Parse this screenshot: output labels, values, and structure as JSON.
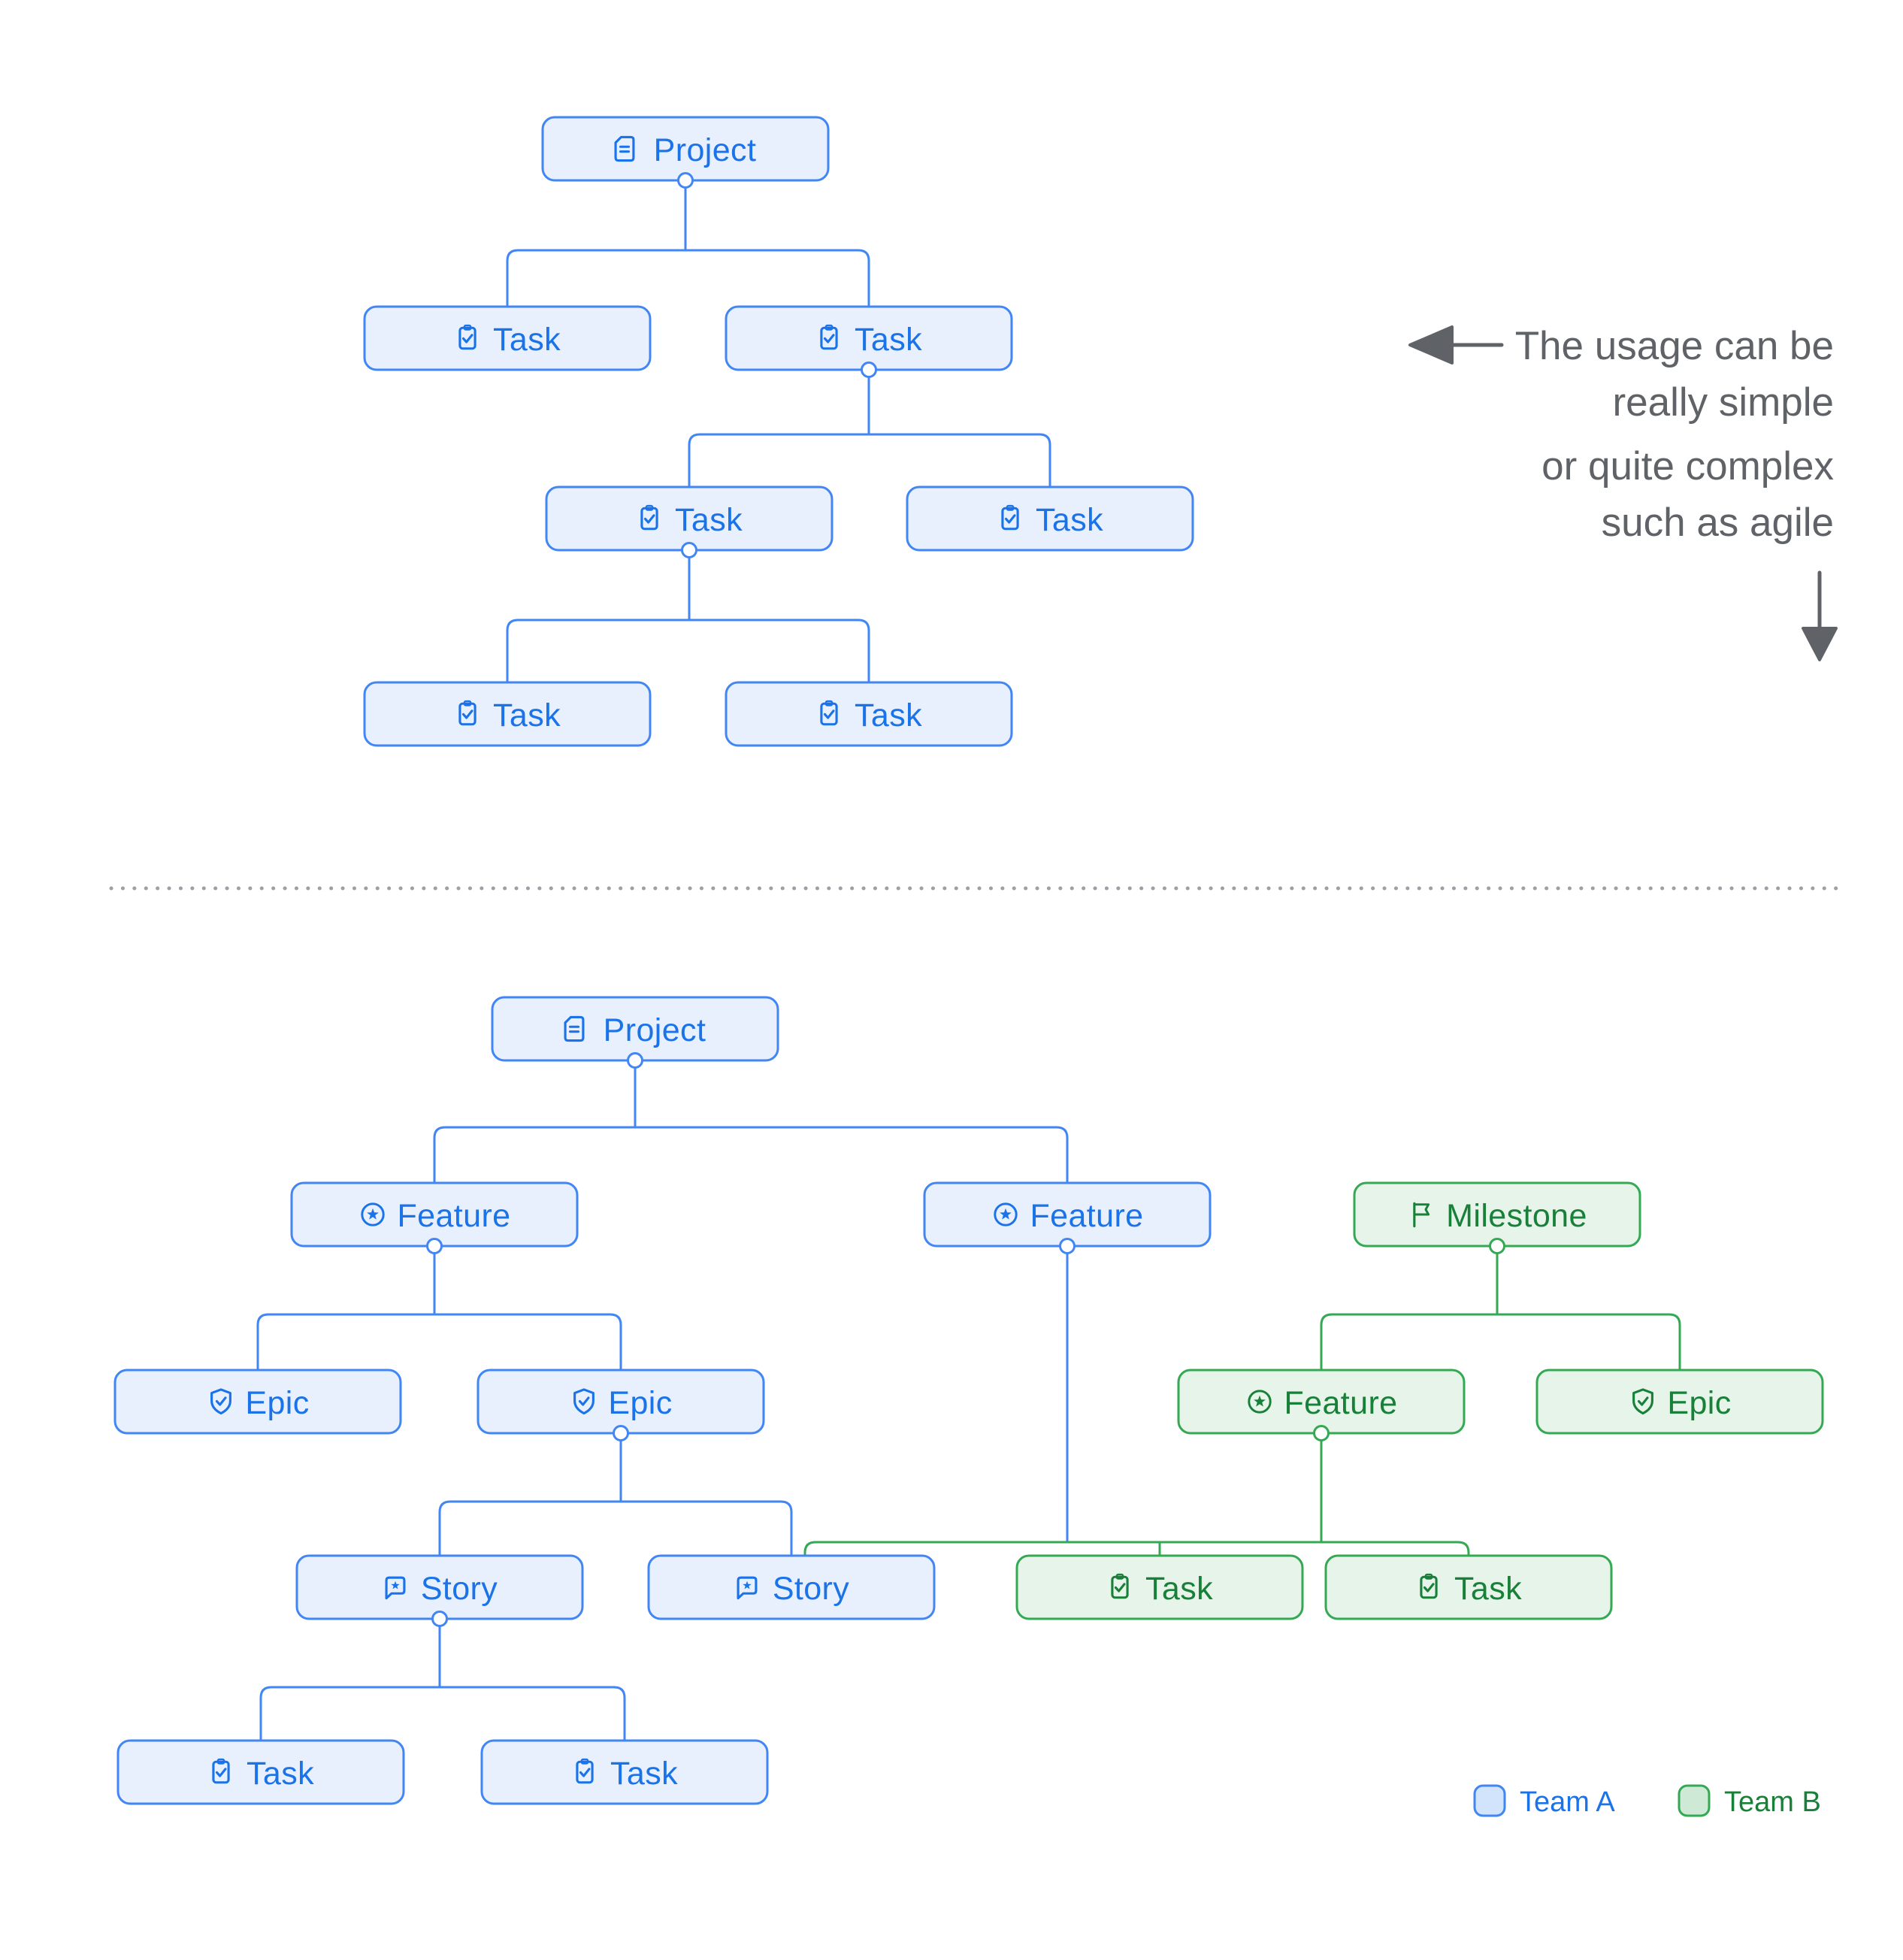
{
  "diagram": {
    "simple_tree": {
      "nodes": [
        "Project",
        "Task",
        "Task",
        "Task",
        "Task",
        "Task",
        "Task"
      ]
    },
    "complex_tree": {
      "nodes": [
        "Project",
        "Feature",
        "Feature",
        "Milestone",
        "Epic",
        "Epic",
        "Feature",
        "Epic",
        "Story",
        "Story",
        "Task",
        "Task",
        "Task",
        "Task"
      ]
    },
    "annotation": {
      "line1": "The usage can be",
      "line2": "really simple",
      "line3": "or quite complex",
      "line4": "such as agile"
    },
    "legend": {
      "team_a": "Team A",
      "team_b": "Team B"
    },
    "colors": {
      "team_a_border": "#4285F4",
      "team_a_fill": "#E8F0FE",
      "team_a_text": "#1A73E8",
      "team_b_border": "#34A853",
      "team_b_fill": "#E6F4EA",
      "team_b_text": "#188038",
      "annotation_text": "#5F6368"
    }
  }
}
